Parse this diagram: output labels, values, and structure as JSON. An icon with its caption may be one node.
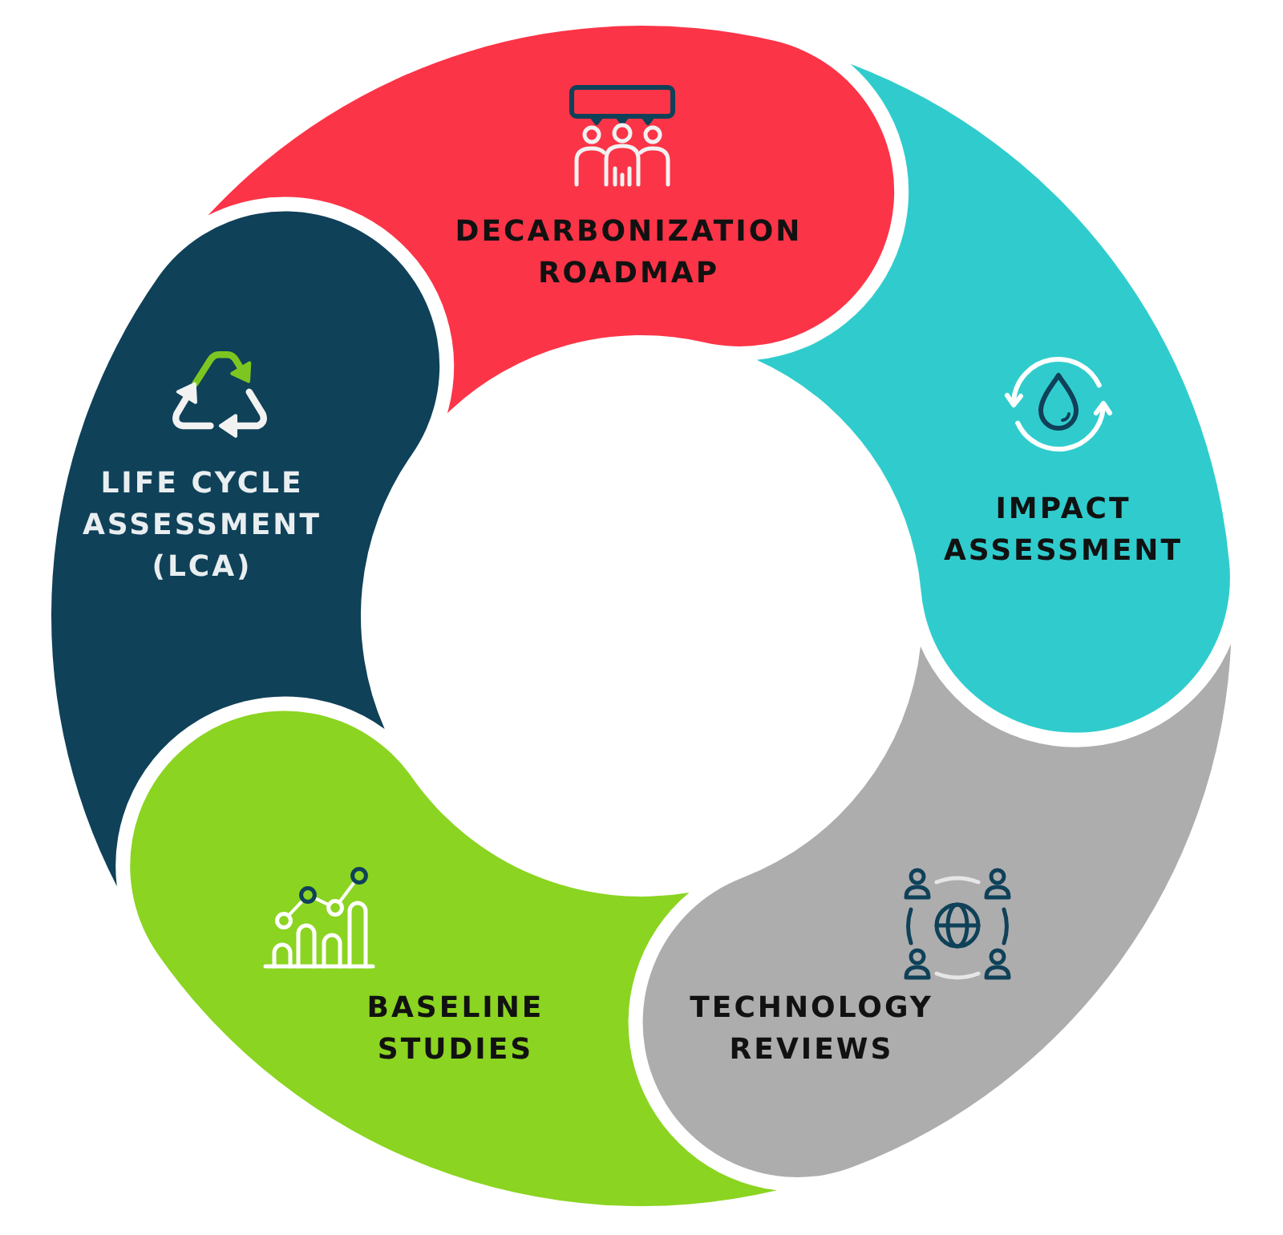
{
  "diagram": {
    "nodes": [
      {
        "text": [
          "DECARBONIZATION ROADMAP"
        ]
      },
      {
        "text": [
          "LIFE CYCLE ASSESSMENT (LCA)"
        ]
      },
      {
        "text": [
          "IMPACT ASSESSMENT"
        ]
      },
      {
        "text": [
          "BASELINE STUDIES"
        ]
      },
      {
        "text": [
          "TECHNOLOGY REVIEWS"
        ]
      }
    ]
  }
}
